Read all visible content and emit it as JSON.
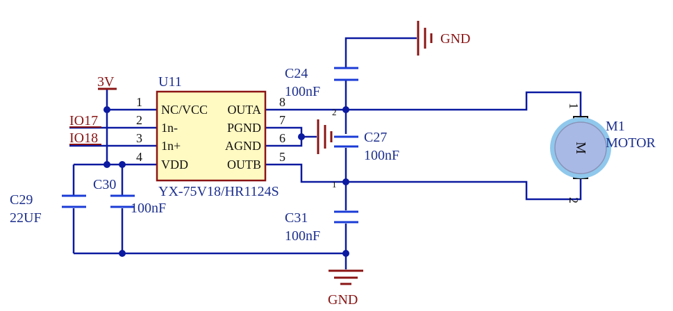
{
  "colors": {
    "wire": "#0b1aa0",
    "cap": "#1a3bd6",
    "power": "#8a1414",
    "chip_fill": "#fff9c2",
    "chip_stroke": "#8a1414",
    "motor_fill": "#a9b9e6",
    "motor_ring": "#8fc8ec"
  },
  "power": {
    "gnd_top": "GND",
    "gnd_bottom": "GND",
    "vcc": "3V"
  },
  "nets": {
    "in1": "IO17",
    "in2": "IO18"
  },
  "chip": {
    "ref": "U11",
    "part": "YX-75V18/HR1124S",
    "left_pins": [
      {
        "num": "1",
        "name": "NC/VCC"
      },
      {
        "num": "2",
        "name": "1n-"
      },
      {
        "num": "3",
        "name": "1n+"
      },
      {
        "num": "4",
        "name": "VDD"
      }
    ],
    "right_pins": [
      {
        "num": "8",
        "name": "OUTA"
      },
      {
        "num": "7",
        "name": "PGND"
      },
      {
        "num": "6",
        "name": "AGND"
      },
      {
        "num": "5",
        "name": "OUTB"
      }
    ]
  },
  "caps": {
    "c24": {
      "ref": "C24",
      "value": "100nF"
    },
    "c27": {
      "ref": "C27",
      "value": "100nF"
    },
    "c31": {
      "ref": "C31",
      "value": "100nF"
    },
    "c29": {
      "ref": "C29",
      "value": "22UF"
    },
    "c30": {
      "ref": "C30",
      "value": "100nF"
    }
  },
  "motor": {
    "ref": "M1",
    "name": "MOTOR",
    "symbol": "M",
    "pin1": "1",
    "pin2": "2"
  },
  "junction_pins": {
    "a": "2",
    "b": "1"
  }
}
